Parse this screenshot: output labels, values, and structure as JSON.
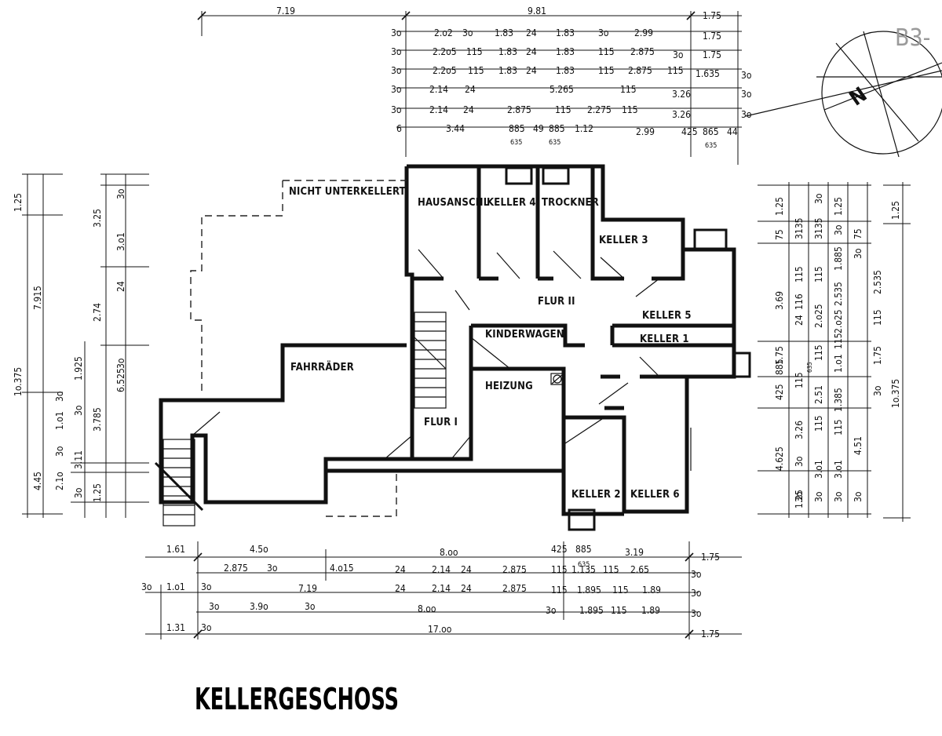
{
  "title": "KELLERGESCHOSS",
  "corner_code": "B3-",
  "north_label": "N",
  "rooms": [
    "NICHT UNTERKELLERT",
    "HAUSANSCHL",
    "KELLER 4",
    "TROCKNER",
    "KELLER 3",
    "FLUR II",
    "KELLER 5",
    "KELLER 1",
    "KINDERWAGEN",
    "FAHRRÄDER",
    "HEIZUNG",
    "FLUR I",
    "KELLER 2",
    "KELLER 6"
  ],
  "dims_top": [
    [
      "7.19",
      "9.81",
      "1.75"
    ],
    [
      "3o",
      "2.o2",
      "3o",
      "1.83",
      "24",
      "1.83",
      "3o",
      "2.99",
      "1.75"
    ],
    [
      "3o",
      "2.2o5",
      "115",
      "1.83",
      "24",
      "1.83",
      "115",
      "2.875",
      "3o",
      "1.75"
    ],
    [
      "3o",
      "2.2o5",
      "115",
      "1.83",
      "24",
      "1.83",
      "115",
      "2.875",
      "115",
      "1.635",
      "3o"
    ],
    [
      "3o",
      "2.14",
      "24",
      "5.265",
      "115",
      "3.26",
      "3o"
    ],
    [
      "3o",
      "2.14",
      "24",
      "2.875",
      "115",
      "2.275",
      "115",
      "3.26",
      "3o"
    ],
    [
      "6",
      "3.44",
      "885",
      "49",
      "885",
      "1.12",
      "2.99",
      "425",
      "865",
      "44",
      "635",
      "635",
      "635"
    ]
  ],
  "dims_bottom": [
    [
      "1.61",
      "4.5o",
      "8.oo",
      "425",
      "885",
      "3.19",
      "1.75",
      "635"
    ],
    [
      "2.875",
      "3o",
      "4.o15",
      "24",
      "2.14",
      "24",
      "2.875",
      "115",
      "1.135",
      "115",
      "2.65",
      "3o"
    ],
    [
      "3o",
      "1.o1",
      "3o",
      "7.19",
      "24",
      "2.14",
      "24",
      "2.875",
      "115",
      "1.895",
      "115",
      "1.89",
      "3o"
    ],
    [
      "3o",
      "3.9o",
      "3o",
      "8.oo",
      "3o",
      "1.895",
      "115",
      "1.89",
      "3o"
    ],
    [
      "1.31",
      "3o",
      "17.oo",
      "1.75"
    ]
  ],
  "dims_left": [
    [
      "1.25",
      "7.915",
      "1o.375",
      "4.45"
    ],
    [
      "3.25",
      "2.74",
      "3.785",
      "1.25",
      "3o",
      "24",
      "3.o1",
      "3o",
      "6.525",
      "1.925",
      "1.o1",
      "3.11",
      "2.1o",
      "3o",
      "3o",
      "3o",
      "3o"
    ]
  ],
  "dims_right": [
    [
      "1.25",
      "75",
      "3.69",
      "1.75",
      "885",
      "425",
      "3.26",
      "4.625",
      "1.25",
      "635"
    ],
    [
      "3135",
      "3135",
      "115",
      "115",
      "116",
      "24",
      "2.o25",
      "115",
      "115",
      "2.51",
      "115",
      "3.o1",
      "3o",
      "3o",
      "3o",
      "3o"
    ],
    [
      "1.25",
      "1.885",
      "2.535",
      "2.o25",
      "115",
      "1.o1",
      "1.385",
      "115",
      "3.o1",
      "3o",
      "3o",
      "75",
      "3o"
    ],
    [
      "2.535",
      "115",
      "1.75",
      "3o",
      "4.51",
      "3o"
    ],
    [
      "1.25",
      "1o.375"
    ]
  ],
  "colors": {
    "ink": "#111111",
    "paper": "#ffffff",
    "faint": "#9a9a9a"
  }
}
